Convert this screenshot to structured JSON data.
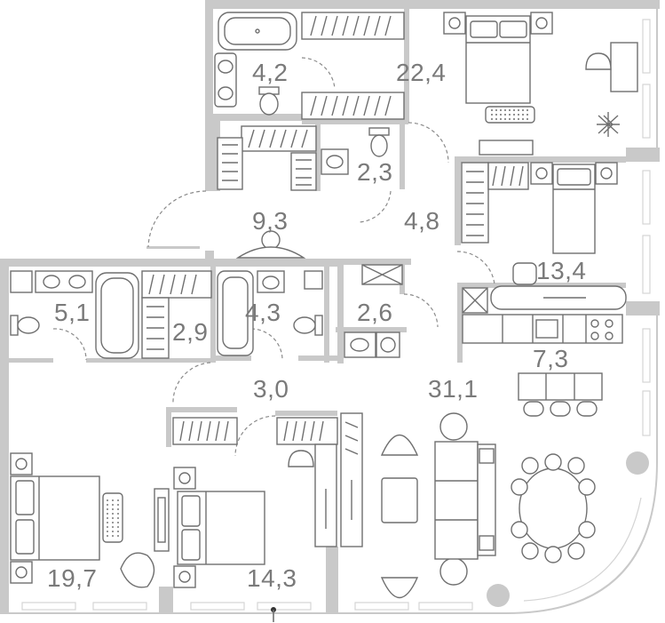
{
  "plan": {
    "rooms": [
      {
        "id": "bath-top",
        "area": "4,2"
      },
      {
        "id": "master-bedroom",
        "area": "22,4"
      },
      {
        "id": "wc-top",
        "area": "2,3"
      },
      {
        "id": "hall-top",
        "area": "9,3"
      },
      {
        "id": "corridor",
        "area": "4,8"
      },
      {
        "id": "bedroom-small",
        "area": "13,4"
      },
      {
        "id": "bath-left",
        "area": "5,1"
      },
      {
        "id": "wardrobe-left",
        "area": "2,9"
      },
      {
        "id": "bath-middle",
        "area": "4,3"
      },
      {
        "id": "laundry",
        "area": "2,6"
      },
      {
        "id": "kitchen",
        "area": "7,3"
      },
      {
        "id": "hall-middle",
        "area": "3,0"
      },
      {
        "id": "living-room",
        "area": "31,1"
      },
      {
        "id": "bedroom-left",
        "area": "19,7"
      },
      {
        "id": "bedroom-middle",
        "area": "14,3"
      }
    ]
  }
}
